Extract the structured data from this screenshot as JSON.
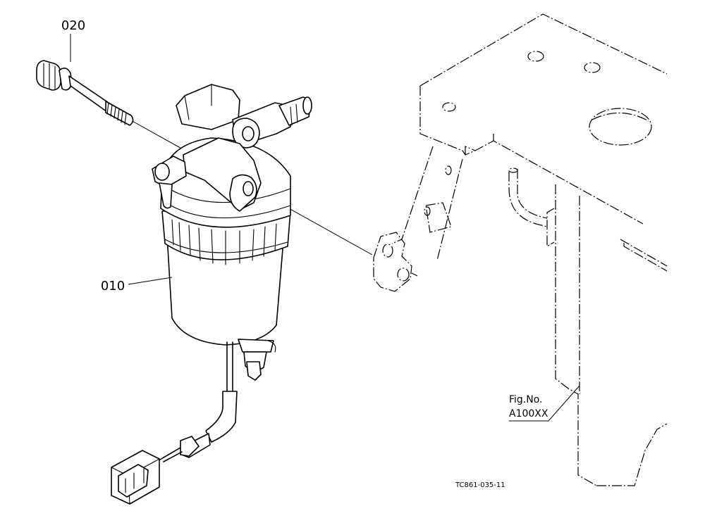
{
  "callouts": [
    {
      "id": "part-020",
      "label": "020"
    },
    {
      "id": "part-010",
      "label": "010"
    }
  ],
  "figure_reference": {
    "line1": "Fig.No.",
    "line2": "A100XX"
  },
  "drawing_code": "TC861-035-11",
  "colors": {
    "ink": "#000000",
    "paper": "#ffffff"
  }
}
